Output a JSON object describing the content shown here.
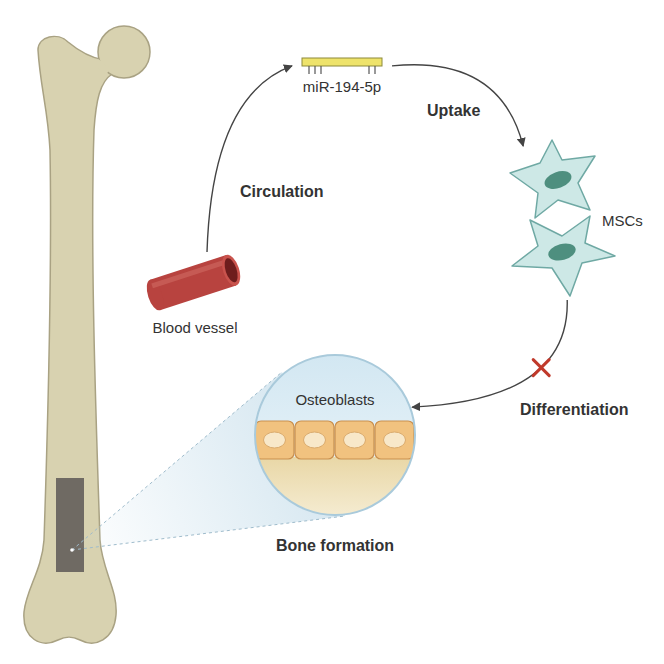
{
  "diagram": {
    "nodes": [
      {
        "text": [
          "Blood vessel"
        ]
      },
      {
        "text": [
          "miR-194-5p"
        ]
      },
      {
        "text": [
          "MSCs"
        ]
      },
      {
        "text": [
          "Osteoblasts"
        ]
      }
    ],
    "edges": [
      {
        "from": 0,
        "to": 1,
        "label": "Circulation",
        "arrow": "to"
      },
      {
        "from": 1,
        "to": 2,
        "label": "Uptake",
        "arrow": "to"
      },
      {
        "from": 2,
        "to": 3,
        "label": "Differentiation",
        "arrow": "to"
      }
    ],
    "labels": [
      "Bone formation"
    ]
  }
}
